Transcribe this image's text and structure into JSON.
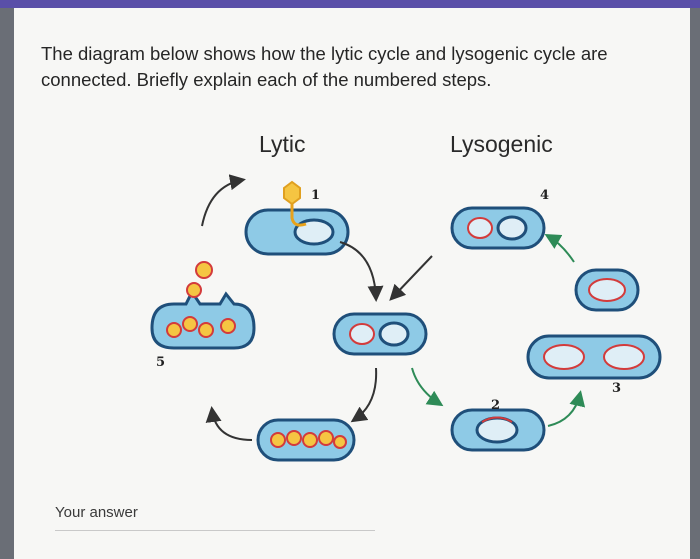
{
  "question": {
    "text": "The diagram below shows how the lytic cycle and lysogenic cycle are connected. Briefly explain each of the numbered steps."
  },
  "diagram": {
    "label_lytic": "Lytic",
    "label_lysogenic": "Lysogenic",
    "steps": [
      "1",
      "2",
      "3",
      "4",
      "5"
    ]
  },
  "answer": {
    "label": "Your answer"
  },
  "colors": {
    "accent": "#5a4fa8",
    "cell_fill": "#8ecae6",
    "cell_stroke": "#1f4f7a",
    "phage_fill": "#f5c542",
    "prophage": "#d33b3b",
    "arrow": "#2e8b57"
  }
}
